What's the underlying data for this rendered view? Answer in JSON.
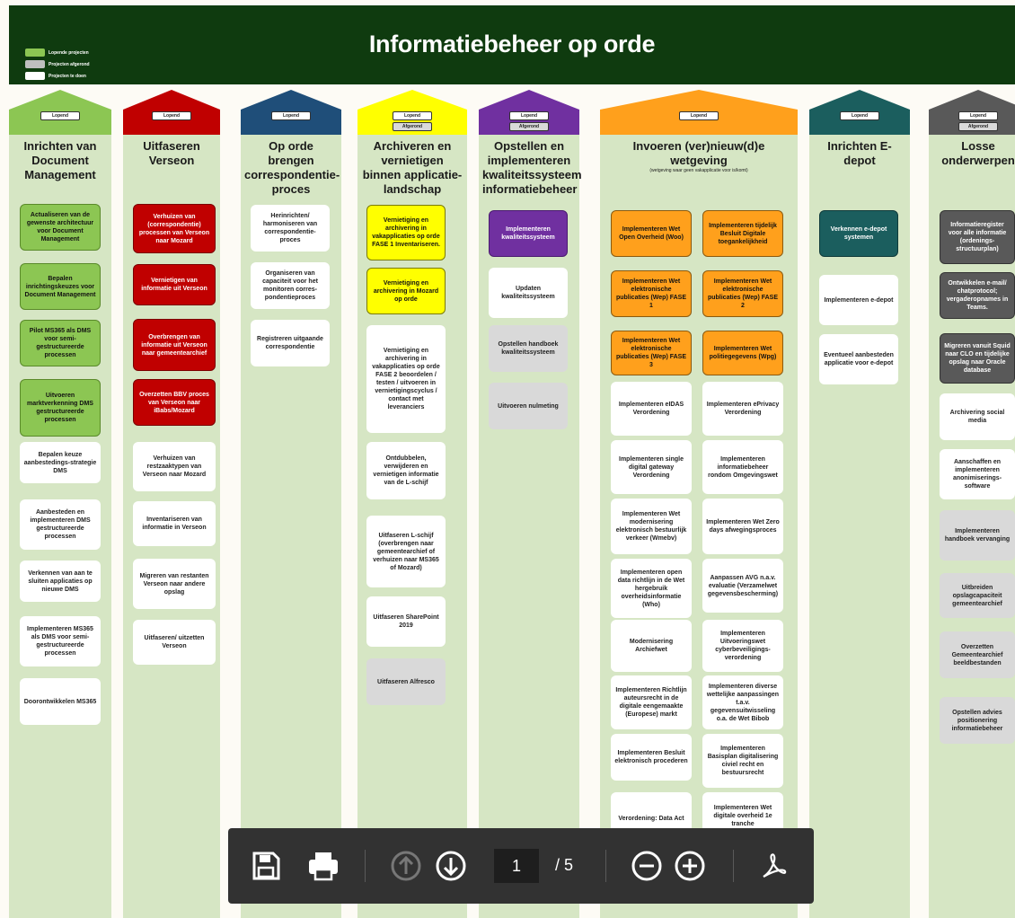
{
  "header": {
    "title": "Informatiebeheer op orde",
    "legend": [
      {
        "label": "Lopende projecten",
        "color": "#8cc653"
      },
      {
        "label": "Projecten afgerond",
        "color": "#bfbfbf"
      },
      {
        "label": "Projecten te doen",
        "color": "#ffffff"
      }
    ]
  },
  "columns": [
    {
      "title": "Inrichten van Document Management",
      "color": "#8cc653",
      "badges": [
        "Lopend"
      ],
      "cards": [
        {
          "text": "Actualiseren van de gewenste architectuur voor Document Management",
          "style": "green"
        },
        {
          "text": "Bepalen inrichtingskeuzes voor Document Management",
          "style": "green"
        },
        {
          "text": "Pilot MS365 als DMS voor semi-gestructureerde processen",
          "style": "green"
        },
        {
          "text": "Uitvoeren marktverkenning DMS gestructureerde processen",
          "style": "green"
        },
        {
          "text": "Bepalen keuze aanbestedings-strategie DMS",
          "style": "white"
        },
        {
          "text": "Aanbesteden en implementeren DMS gestructureerde processen",
          "style": "white"
        },
        {
          "text": "Verkennen van aan te sluiten applicaties op nieuwe DMS",
          "style": "white"
        },
        {
          "text": "Implementeren MS365 als DMS voor semi-gestructureerde processen",
          "style": "white"
        },
        {
          "text": "Doorontwikkelen MS365",
          "style": "white"
        }
      ]
    },
    {
      "title": "Uitfaseren Verseon",
      "color": "#c00000",
      "badges": [
        "Lopend"
      ],
      "cards": [
        {
          "text": "Verhuizen van (correspondentie) processen van Verseon naar Mozard",
          "style": "red"
        },
        {
          "text": "Vernietigen van informatie uit Verseon",
          "style": "red"
        },
        {
          "text": "Overbrengen van informatie uit Verseon naar gemeentearchief",
          "style": "red"
        },
        {
          "text": "Overzetten BBV proces van Verseon naar iBabs/Mozard",
          "style": "red"
        },
        {
          "text": "Verhuizen van restzaaktypen van Verseon naar Mozard",
          "style": "white"
        },
        {
          "text": "Inventariseren van informatie in Verseon",
          "style": "white"
        },
        {
          "text": "Migreren van restanten Verseon naar andere opslag",
          "style": "white"
        },
        {
          "text": "Uitfaseren/ uitzetten Verseon",
          "style": "white"
        }
      ]
    },
    {
      "title": "Op orde brengen correspondentie-proces",
      "color": "#1f4e79",
      "badges": [
        "Lopend"
      ],
      "cards": [
        {
          "text": "Herinrichten/ harmoniseren van correspondentie-proces",
          "style": "white"
        },
        {
          "text": "Organiseren van capaciteit voor het monitoren corres-pondentieproces",
          "style": "white"
        },
        {
          "text": "Registreren uitgaande correspondentie",
          "style": "white"
        }
      ]
    },
    {
      "title": "Archiveren en vernietigen binnen applicatie-landschap",
      "color": "#ffff00",
      "badges": [
        "Lopend",
        "Afgerond"
      ],
      "cards": [
        {
          "text": "Vernietiging en archivering in vakapplicaties op orde FASE 1 Inventariseren.",
          "style": "yellow"
        },
        {
          "text": "Vernietiging en archivering in Mozard op orde",
          "style": "yellow"
        },
        {
          "text": "Vernietiging en archivering in vakapplicaties op orde FASE 2 beoordelen / testen / uitvoeren in vernietigingscyclus / contact met leveranciers",
          "style": "white"
        },
        {
          "text": "Ontdubbelen, verwijderen en vernietigen informatie van de L-schijf",
          "style": "white"
        },
        {
          "text": "Uitfaseren L-schijf (overbrengen naar gemeentearchief of verhuizen naar MS365 of Mozard)",
          "style": "white"
        },
        {
          "text": "Uitfaseren SharePoint 2019",
          "style": "white"
        },
        {
          "text": "Uitfaseren Alfresco",
          "style": "grey"
        }
      ]
    },
    {
      "title": "Opstellen en implementeren kwaliteitssysteem informatiebeheer",
      "color": "#7030a0",
      "badges": [
        "Lopend",
        "Afgerond"
      ],
      "cards": [
        {
          "text": "Implementeren kwaliteitssysteem",
          "style": "purple"
        },
        {
          "text": "Updaten kwaliteitssysteem",
          "style": "white"
        },
        {
          "text": "Opstellen handboek kwaliteitssysteem",
          "style": "grey"
        },
        {
          "text": "Uitvoeren nulmeting",
          "style": "grey"
        }
      ]
    },
    {
      "title": "Invoeren (ver)nieuw(d)e wetgeving",
      "subtitle": "(wetgeving waar geen vakapplicatie voor is/komt)",
      "color": "#ffa01c",
      "badges": [
        "Lopend"
      ],
      "cards": [
        {
          "text": "Implementeren Wet Open Overheid (Woo)",
          "style": "orange"
        },
        {
          "text": "Implementeren tijdelijk Besluit Digitale toegankelijkheid",
          "style": "orange"
        },
        {
          "text": "Implementeren Wet elektronische publicaties (Wep) FASE 1",
          "style": "orange"
        },
        {
          "text": "Implementeren Wet elektronische publicaties (Wep) FASE 2",
          "style": "orange"
        },
        {
          "text": "Implementeren Wet elektronische publicaties (Wep) FASE 3",
          "style": "orange"
        },
        {
          "text": "Implementeren Wet politiegegevens (Wpg)",
          "style": "orange"
        },
        {
          "text": "Implementeren eIDAS Verordening",
          "style": "white"
        },
        {
          "text": "Implementeren ePrivacy Verordening",
          "style": "white"
        },
        {
          "text": "Implementeren single digital gateway Verordening",
          "style": "white"
        },
        {
          "text": "Implementeren informatiebeheer rondom Omgevingswet",
          "style": "white"
        },
        {
          "text": "Implementeren Wet modernisering elektronisch bestuurlijk verkeer (Wmebv)",
          "style": "white"
        },
        {
          "text": "Implementeren Wet Zero days afwegingsproces",
          "style": "white"
        },
        {
          "text": "Implementeren open data richtlijn in de Wet hergebruik overheidsinformatie (Who)",
          "style": "white"
        },
        {
          "text": "Aanpassen AVG n.a.v. evaluatie (Verzamelwet gegevensbescherming)",
          "style": "white"
        },
        {
          "text": "Modernisering Archiefwet",
          "style": "white"
        },
        {
          "text": "Implementeren Uitvoeringswet cyberbeveiligings-verordening",
          "style": "white"
        },
        {
          "text": "Implementeren Richtlijn auteursrecht in de digitale eengemaakte (Europese) markt",
          "style": "white"
        },
        {
          "text": "Implementeren diverse wettelijke aanpassingen t.a.v. gegevensuitwisseling o.a. de Wet Bibob",
          "style": "white"
        },
        {
          "text": "Implementeren Besluit elektronisch procederen",
          "style": "white"
        },
        {
          "text": "Implementeren Basisplan digitalisering civiel recht en bestuursrecht",
          "style": "white"
        },
        {
          "text": "Verordening: Data Act",
          "style": "white"
        },
        {
          "text": "Implementeren Wet digitale overheid 1e tranche",
          "style": "white"
        }
      ]
    },
    {
      "title": "Inrichten E-depot",
      "color": "#1b5e5e",
      "badges": [
        "Lopend"
      ],
      "cards": [
        {
          "text": "Verkennen e-depot systemen",
          "style": "teal"
        },
        {
          "text": "Implementeren e-depot",
          "style": "white"
        },
        {
          "text": "Eventueel aanbesteden applicatie voor e-depot",
          "style": "white"
        }
      ]
    },
    {
      "title": "Losse onderwerpen",
      "color": "#595959",
      "badges": [
        "Lopend",
        "Afgerond"
      ],
      "cards": [
        {
          "text": "Informatieregister voor alle informatie (ordenings-structuurplan)",
          "style": "dark"
        },
        {
          "text": "Ontwikkelen e-mail/ chatprotocol; vergaderopnames in Teams.",
          "style": "dark"
        },
        {
          "text": "Migreren vanuit Squid naar CLO en tijdelijke opslag naar Oracle database",
          "style": "dark"
        },
        {
          "text": "Archivering social media",
          "style": "white"
        },
        {
          "text": "Aanschaffen en implementeren anonimiserings-software",
          "style": "white"
        },
        {
          "text": "Implementeren handboek vervanging",
          "style": "grey"
        },
        {
          "text": "Uitbreiden opslagcapaciteit gemeentearchief",
          "style": "grey"
        },
        {
          "text": "Overzetten Gemeentearchief beeldbestanden",
          "style": "grey"
        },
        {
          "text": "Opstellen advies positionering informatiebeheer",
          "style": "grey"
        }
      ]
    }
  ],
  "toolbar": {
    "icons": [
      "save-icon",
      "print-icon",
      "arrow-up-circle-icon",
      "arrow-down-circle-icon",
      "zoom-out-icon",
      "zoom-in-icon",
      "pdf-icon"
    ],
    "current_page": "1",
    "total_pages": "/ 5"
  }
}
